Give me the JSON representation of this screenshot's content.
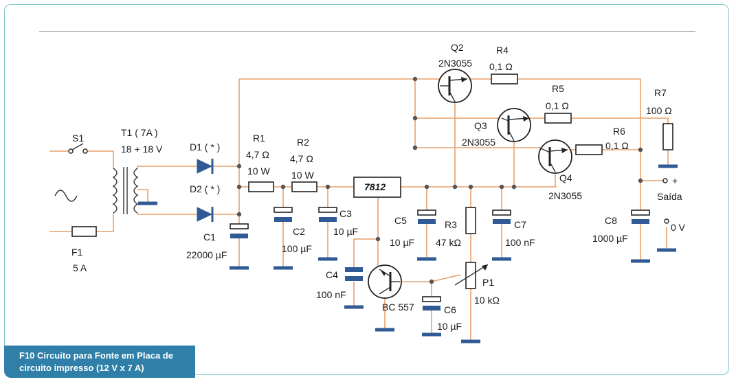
{
  "figure": {
    "caption_line1": "F10 Circuito para Fonte em Placa de",
    "caption_line2": "circuito impresso (12 V x 7 A)"
  },
  "components": {
    "S1": {
      "ref": "S1"
    },
    "T1": {
      "ref": "T1 ( 7A )",
      "value": "18 + 18 V"
    },
    "F1": {
      "ref": "F1",
      "value": "5 A"
    },
    "D1": {
      "ref": "D1 ( * )"
    },
    "D2": {
      "ref": "D2 ( * )"
    },
    "C1": {
      "ref": "C1",
      "value": "22000 µF"
    },
    "R1": {
      "ref": "R1",
      "value": "4,7 Ω",
      "power": "10 W"
    },
    "R2": {
      "ref": "R2",
      "value": "4,7 Ω",
      "power": "10 W"
    },
    "C2": {
      "ref": "C2",
      "value": "100 µF"
    },
    "C3": {
      "ref": "C3",
      "value": "10 µF"
    },
    "C4": {
      "ref": "C4",
      "value": "100 nF"
    },
    "U1": {
      "value": "7812"
    },
    "Q1": {
      "value": "BC 557"
    },
    "C5": {
      "ref": "C5",
      "value": "10 µF"
    },
    "C6": {
      "ref": "C6",
      "value": "10 µF"
    },
    "R3": {
      "ref": "R3",
      "value": "47 kΩ"
    },
    "P1": {
      "ref": "P1",
      "value": "10 kΩ"
    },
    "C7": {
      "ref": "C7",
      "value": "100 nF"
    },
    "Q2": {
      "ref": "Q2",
      "value": "2N3055"
    },
    "Q3": {
      "ref": "Q3",
      "value": "2N3055"
    },
    "Q4": {
      "ref": "Q4",
      "value": "2N3055"
    },
    "R4": {
      "ref": "R4",
      "value": "0,1 Ω"
    },
    "R5": {
      "ref": "R5",
      "value": "0,1 Ω"
    },
    "R6": {
      "ref": "R6",
      "value": "0,1 Ω"
    },
    "R7": {
      "ref": "R7",
      "value": "100 Ω"
    },
    "C8": {
      "ref": "C8",
      "value": "1000 µF"
    }
  },
  "terminals": {
    "plus": "+",
    "output_label": "Saída",
    "zero": "0 V"
  },
  "colors": {
    "wire": "#e8a06a",
    "ground": "#2f5a95",
    "caption_bg": "#2f7fa8",
    "frame": "#7fc6c8"
  }
}
